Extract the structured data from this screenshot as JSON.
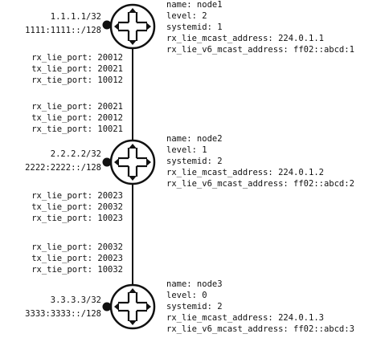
{
  "nodes": [
    {
      "addr_v4": "1.1.1.1/32",
      "addr_v6": "1111:1111::/128",
      "info": [
        "name: node1",
        "level: 2",
        "systemid: 1",
        "rx_lie_mcast_address: 224.0.1.1",
        "rx_lie_v6_mcast_address: ff02::abcd:1"
      ]
    },
    {
      "addr_v4": "2.2.2.2/32",
      "addr_v6": "2222:2222::/128",
      "info": [
        "name: node2",
        "level: 1",
        "systemid: 2",
        "rx_lie_mcast_address: 224.0.1.2",
        "rx_lie_v6_mcast_address: ff02::abcd:2"
      ]
    },
    {
      "addr_v4": "3.3.3.3/32",
      "addr_v6": "3333:3333::/128",
      "info": [
        "name: node3",
        "level: 0",
        "systemid: 2",
        "rx_lie_mcast_address: 224.0.1.3",
        "rx_lie_v6_mcast_address: ff02::abcd:3"
      ]
    }
  ],
  "port_blocks": [
    [
      "rx_lie_port: 20012",
      "tx_lie_port: 20021",
      "rx_tie_port: 10012"
    ],
    [
      "rx_lie_port: 20021",
      "tx_lie_port: 20012",
      "rx_tie_port: 10021"
    ],
    [
      "rx_lie_port: 20023",
      "tx_lie_port: 20032",
      "rx_tie_port: 10023"
    ],
    [
      "rx_lie_port: 20032",
      "tx_lie_port: 20023",
      "rx_tie_port: 10032"
    ]
  ],
  "colors": {
    "ink": "#111111",
    "background": "#ffffff"
  },
  "icons": {
    "router": "router-icon",
    "attachment_point": "attachment-dot-icon"
  }
}
